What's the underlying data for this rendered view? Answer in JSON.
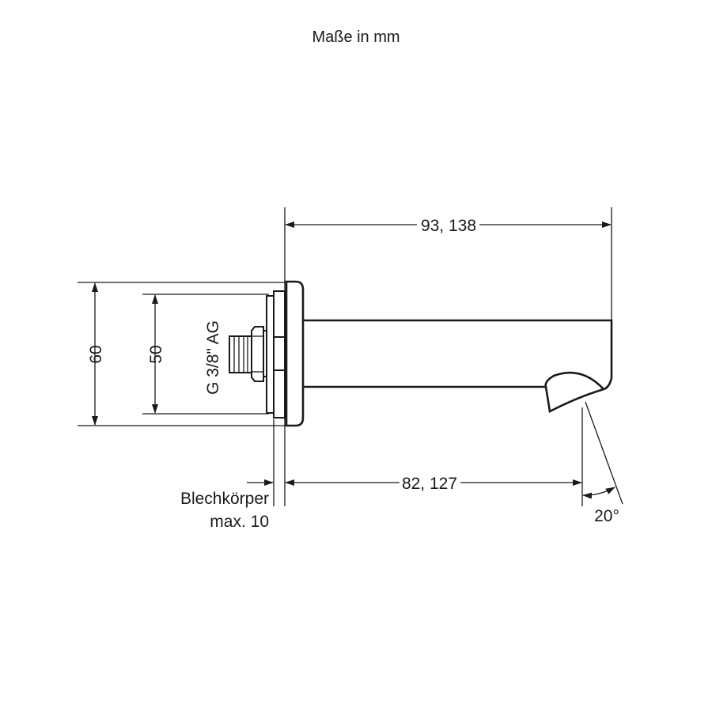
{
  "title": "Maße in mm",
  "dimensions": {
    "total_length": "93, 138",
    "spout_length": "82, 127",
    "height_outer": "60",
    "height_inner": "50",
    "thread": "G 3/8\" AG",
    "angle": "20°",
    "sheet_label": "Blechkörper",
    "sheet_max": "max. 10"
  }
}
